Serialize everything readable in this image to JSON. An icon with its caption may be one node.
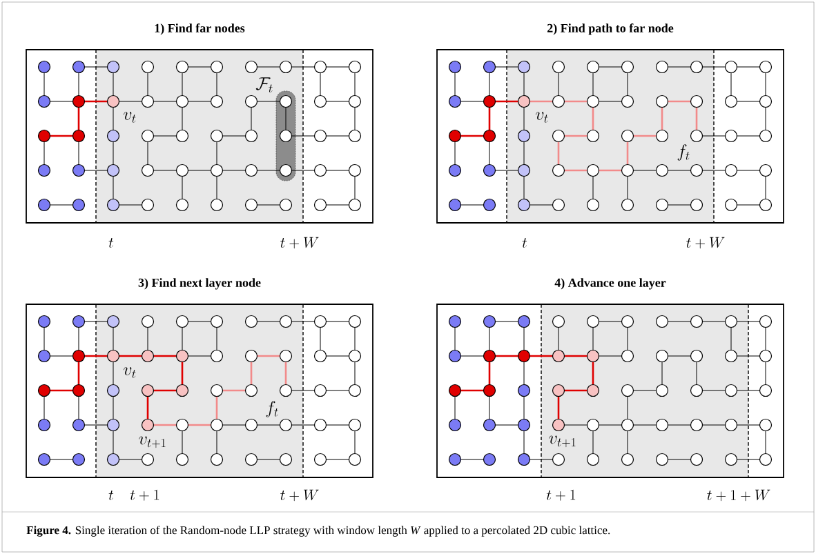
{
  "diagram": {
    "caption": "**Figure 4.** Single iteration of the Random-node LLP strategy with window length *W* applied to a percolated 2D cubic lattice.",
    "nodes": [
      {
        "text": [
          "1) Find far nodes"
        ]
      },
      {
        "text": [
          "2) Find path to far node"
        ]
      },
      {
        "text": [
          "3) Find next layer node"
        ]
      },
      {
        "text": [
          "4) Advance one layer"
        ]
      }
    ],
    "labels": [
      "\\mathcal{F}_t",
      "v_t",
      "t",
      "t+W",
      "v_t",
      "f_t",
      "t",
      "t+W",
      "v_t",
      "f_t",
      "v_{t+1}",
      "t",
      "t+1",
      "t+W",
      "v_{t+1}",
      "t+1",
      "t+1+W"
    ]
  }
}
